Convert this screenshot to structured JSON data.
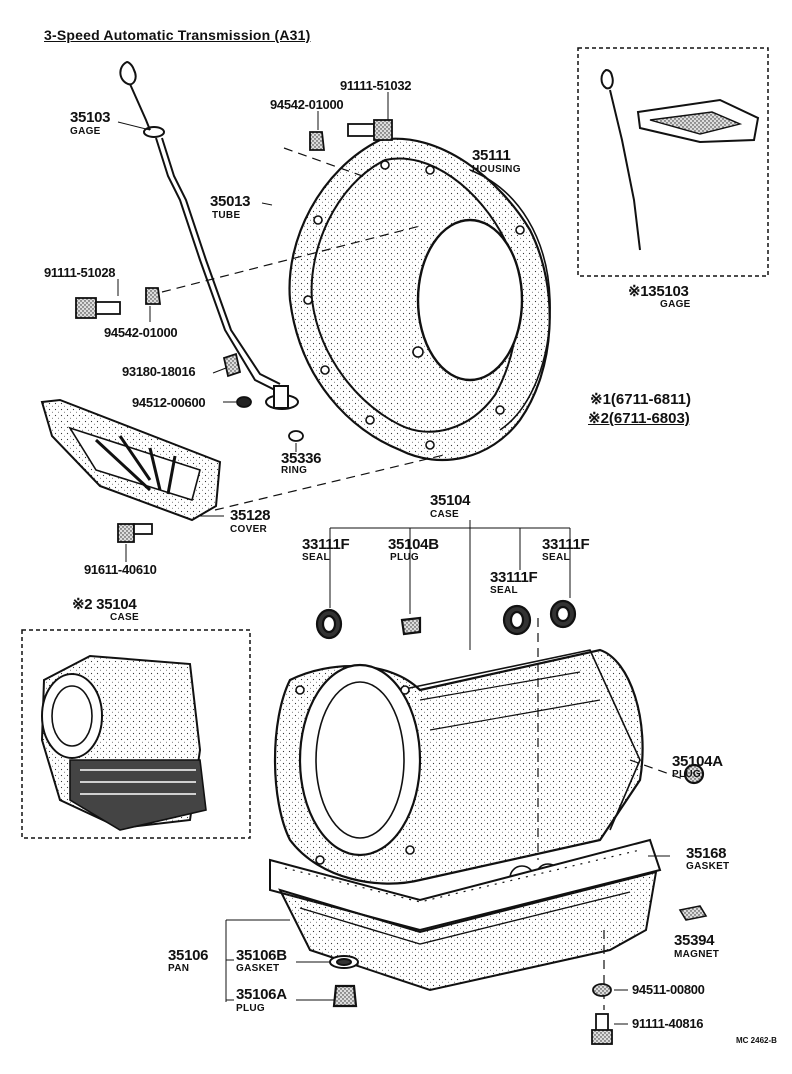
{
  "title": "3-Speed Automatic Transmission (A31)",
  "drawing_code": "MC 2462-B",
  "notes": {
    "n1": "※1(6711-6811)",
    "n2": "※2(6711-6803)"
  },
  "parts": {
    "p35103": {
      "no": "35103",
      "name": "GAGE"
    },
    "p94542a": {
      "no": "94542-01000"
    },
    "p91111_51032": {
      "no": "91111-51032"
    },
    "p35111": {
      "no": "35111",
      "name": "HOUSING"
    },
    "p35013": {
      "no": "35013",
      "name": "TUBE"
    },
    "p91111_51028": {
      "no": "91111-51028"
    },
    "p94542b": {
      "no": "94542-01000"
    },
    "p93180": {
      "no": "93180-18016"
    },
    "p94512": {
      "no": "94512-00600"
    },
    "p35336": {
      "no": "35336",
      "name": "RING"
    },
    "p35128": {
      "no": "35128",
      "name": "COVER"
    },
    "p91611": {
      "no": "91611-40610"
    },
    "p35104": {
      "no": "35104",
      "name": "CASE"
    },
    "p33111_l": {
      "no": "33111F",
      "name": "SEAL"
    },
    "p35104b": {
      "no": "35104B",
      "name": "PLUG"
    },
    "p33111_m": {
      "no": "33111F",
      "name": "SEAL"
    },
    "p33111_r": {
      "no": "33111F",
      "name": "SEAL"
    },
    "inset_gage": {
      "no": "※135103",
      "name": "GAGE"
    },
    "inset_case": {
      "no": "※2 35104",
      "name": "CASE"
    },
    "p35104a": {
      "no": "35104A",
      "name": "PLUG"
    },
    "p35168": {
      "no": "35168",
      "name": "GASKET"
    },
    "p35394": {
      "no": "35394",
      "name": "MAGNET"
    },
    "p35106": {
      "no": "35106",
      "name": "PAN"
    },
    "p35106b": {
      "no": "35106B",
      "name": "GASKET"
    },
    "p35106a": {
      "no": "35106A",
      "name": "PLUG"
    },
    "p94511": {
      "no": "94511-00800"
    },
    "p91111_40816": {
      "no": "91111-40816"
    }
  },
  "icons": [
    "dipstick-gage-drawing",
    "bellhousing-drawing",
    "transmission-case-drawing",
    "oil-pan-drawing",
    "cover-plate-drawing",
    "bolt-icon",
    "seal-ring-icon",
    "plug-icon",
    "magnet-icon"
  ]
}
